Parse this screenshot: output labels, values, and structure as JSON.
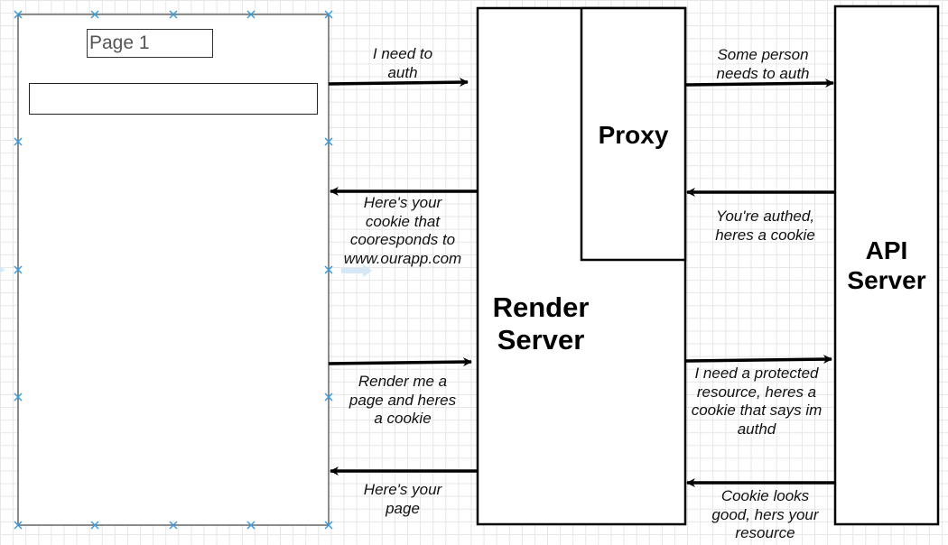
{
  "client": {
    "page_label": "Page 1"
  },
  "servers": {
    "render_server": "Render\nServer",
    "proxy": "Proxy",
    "api_server": "API\nServer"
  },
  "messages": {
    "need_auth": "I need to\nauth",
    "cookie_response": "Here's your\ncookie that\ncooresponds to\nwww.ourapp.com",
    "render_request": "Render me a\npage and heres\na cookie",
    "page_response": "Here's your\npage",
    "someone_auth": "Some person\nneeds to auth",
    "authed_response": "You're authed,\nheres a cookie",
    "protected_request": "I need a protected\nresource, heres a\ncookie that says im\nauthd",
    "resource_response": "Cookie looks\ngood, hers your\nresource"
  },
  "colors": {
    "box_stroke": "#000000",
    "client_stroke": "#666666",
    "selection_handle": "#3d9bdc",
    "arrow": "#000000"
  }
}
